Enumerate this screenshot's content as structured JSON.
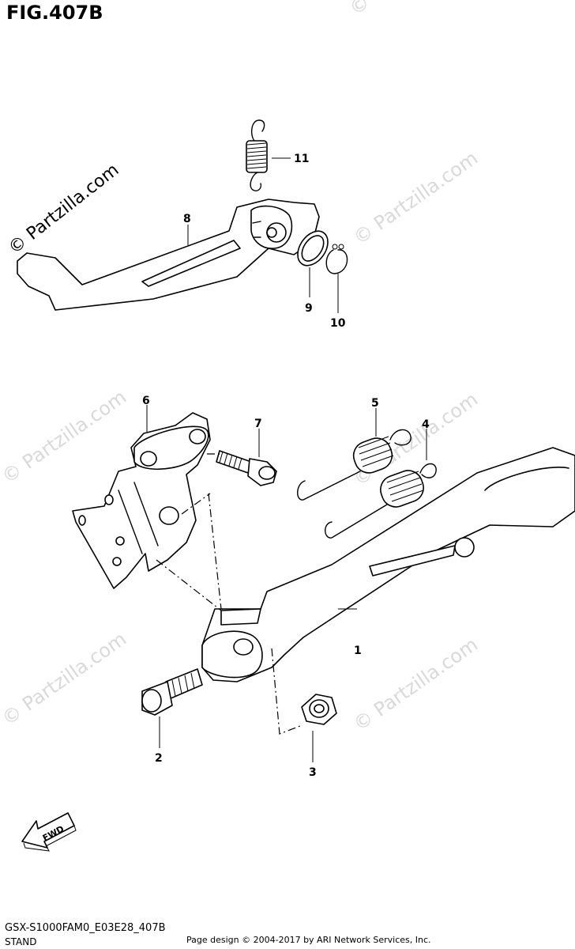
{
  "figure": {
    "title": "FIG.407B",
    "watermark_text": "© Partzilla.com"
  },
  "callouts": [
    "1",
    "2",
    "3",
    "4",
    "5",
    "6",
    "7",
    "8",
    "9",
    "10",
    "11"
  ],
  "fwd_label": "FWD",
  "footer": {
    "model_code": "GSX-S1000FAM0_E03E28_407B",
    "section_name": "STAND",
    "copyright": "Page design © 2004-2017 by ARI Network Services, Inc."
  }
}
